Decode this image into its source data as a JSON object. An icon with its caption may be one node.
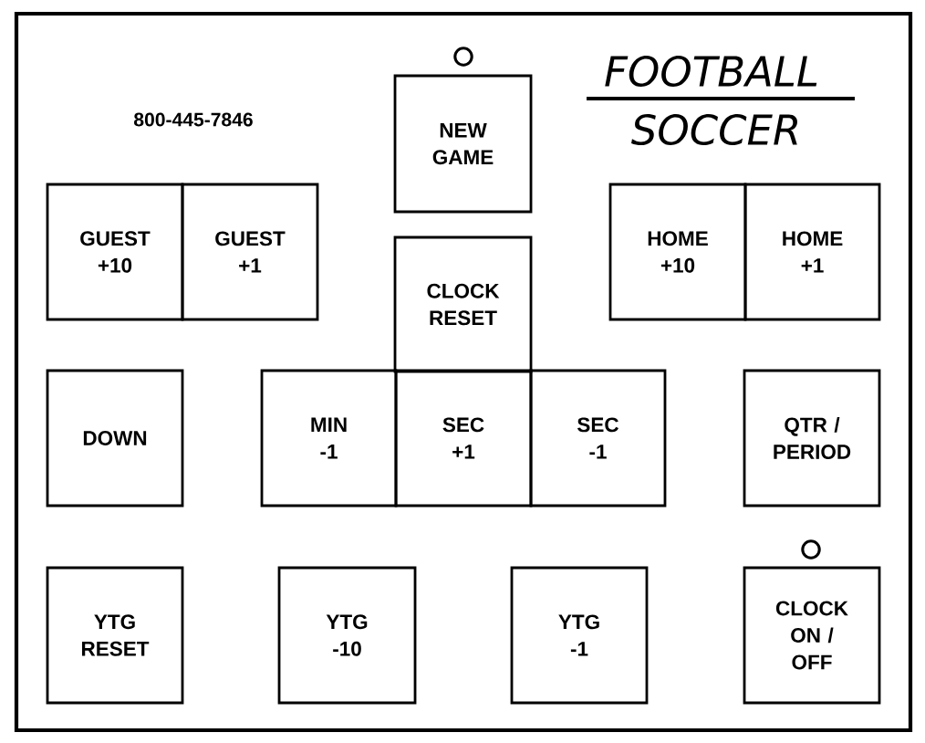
{
  "diagram": {
    "nodes": [
      {
        "text": [
          "NEW GAME"
        ]
      },
      {
        "text": [
          "GUEST +10"
        ]
      },
      {
        "text": [
          "GUEST +1"
        ]
      },
      {
        "text": [
          "HOME +10"
        ]
      },
      {
        "text": [
          "HOME +1"
        ]
      },
      {
        "text": [
          "CLOCK RESET"
        ]
      },
      {
        "text": [
          "DOWN"
        ]
      },
      {
        "text": [
          "MIN -1"
        ]
      },
      {
        "text": [
          "SEC +1"
        ]
      },
      {
        "text": [
          "SEC -1"
        ]
      },
      {
        "text": [
          "QTR / PERIOD"
        ]
      },
      {
        "text": [
          "YTG RESET"
        ]
      },
      {
        "text": [
          "YTG -10"
        ]
      },
      {
        "text": [
          "YTG -1"
        ]
      },
      {
        "text": [
          "CLOCK ON / OFF"
        ]
      }
    ],
    "labels": [
      "800-445-7846",
      "FOOTBALL",
      "SOCCER"
    ]
  }
}
